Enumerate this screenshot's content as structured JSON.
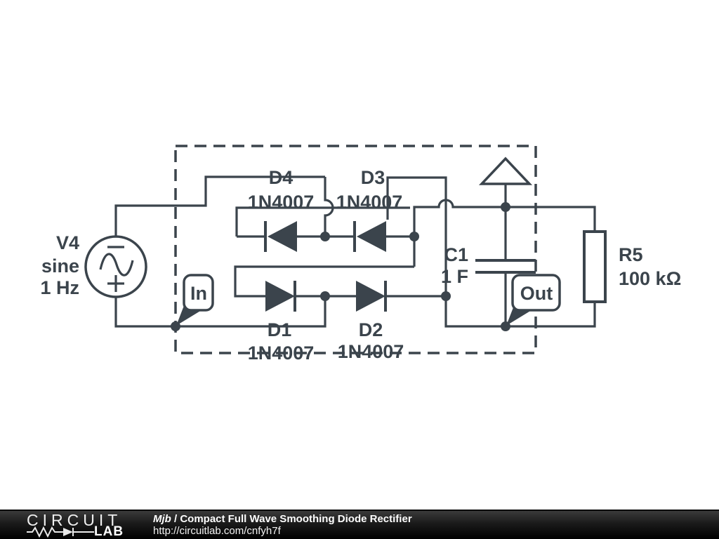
{
  "colors": {
    "ink": "#3b444c",
    "background": "#ffffff",
    "footer_text": "#ffffff"
  },
  "schematic": {
    "source": {
      "name": "V4",
      "kind": "sine",
      "freq": "1 Hz"
    },
    "diodes": [
      {
        "name": "D4",
        "part": "1N4007"
      },
      {
        "name": "D3",
        "part": "1N4007"
      },
      {
        "name": "D1",
        "part": "1N4007"
      },
      {
        "name": "D2",
        "part": "1N4007"
      }
    ],
    "capacitor": {
      "name": "C1",
      "value": "1 F"
    },
    "resistor": {
      "name": "R5",
      "value": "100 kΩ"
    },
    "flags": {
      "input": "In",
      "output": "Out"
    }
  },
  "footer": {
    "logo_top": "CIRCUIT",
    "logo_bottom": "LAB",
    "author": "Mjb",
    "separator": "/",
    "title": "Compact Full Wave Smoothing Diode Rectifier",
    "url": "http://circuitlab.com/cnfyh7f"
  }
}
